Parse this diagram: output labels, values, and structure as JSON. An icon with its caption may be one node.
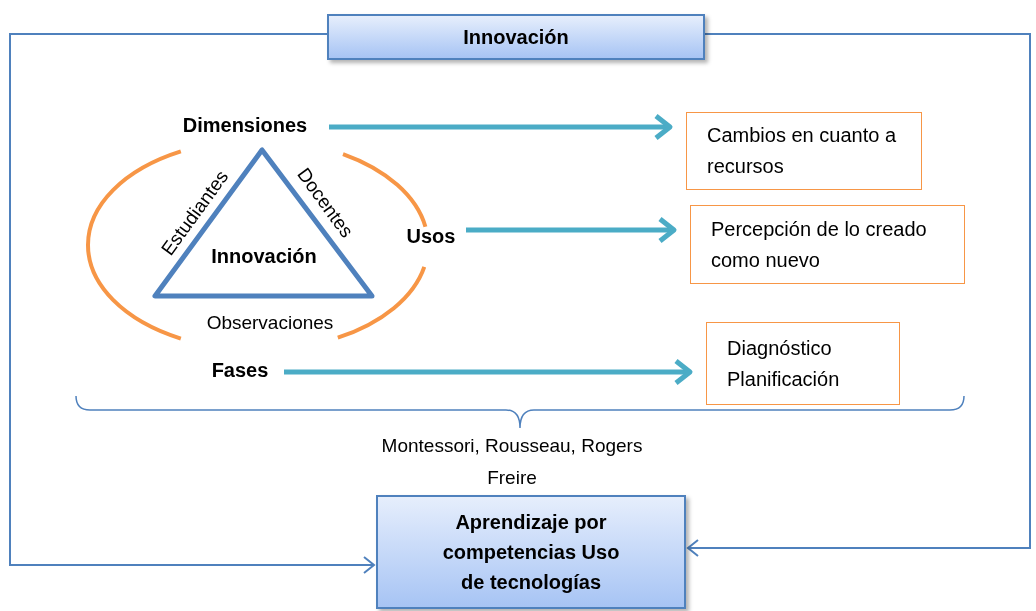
{
  "diagram": {
    "nodes": [
      {
        "text": [
          "Innovación"
        ]
      },
      {
        "text": [
          "Dimensiones"
        ]
      },
      {
        "text": [
          "Usos"
        ]
      },
      {
        "text": [
          "Fases"
        ]
      },
      {
        "text": [
          "Innovación"
        ]
      },
      {
        "text": [
          "Cambios en cuanto a recursos"
        ]
      },
      {
        "text": [
          "Percepción de lo creado como nuevo"
        ]
      },
      {
        "text": [
          "Diagnóstico Planificación"
        ]
      },
      {
        "text": [
          "Aprendizaje por competencias Uso de tecnologías"
        ]
      }
    ],
    "edges": [
      {
        "from": 1,
        "to": 5,
        "arrow": "to"
      },
      {
        "from": 2,
        "to": 6,
        "arrow": "to"
      },
      {
        "from": 3,
        "to": 7,
        "arrow": "to"
      },
      {
        "from": 0,
        "to": 8,
        "arrow": "to",
        "color": "#4f81bd"
      },
      {
        "from": 0,
        "to": 8,
        "arrow": "to",
        "color": "#4f81bd"
      }
    ],
    "labels": [
      "Estudiantes",
      "Docentes",
      "Observaciones",
      "Montessori, Rousseau, Rogers Freire"
    ]
  }
}
